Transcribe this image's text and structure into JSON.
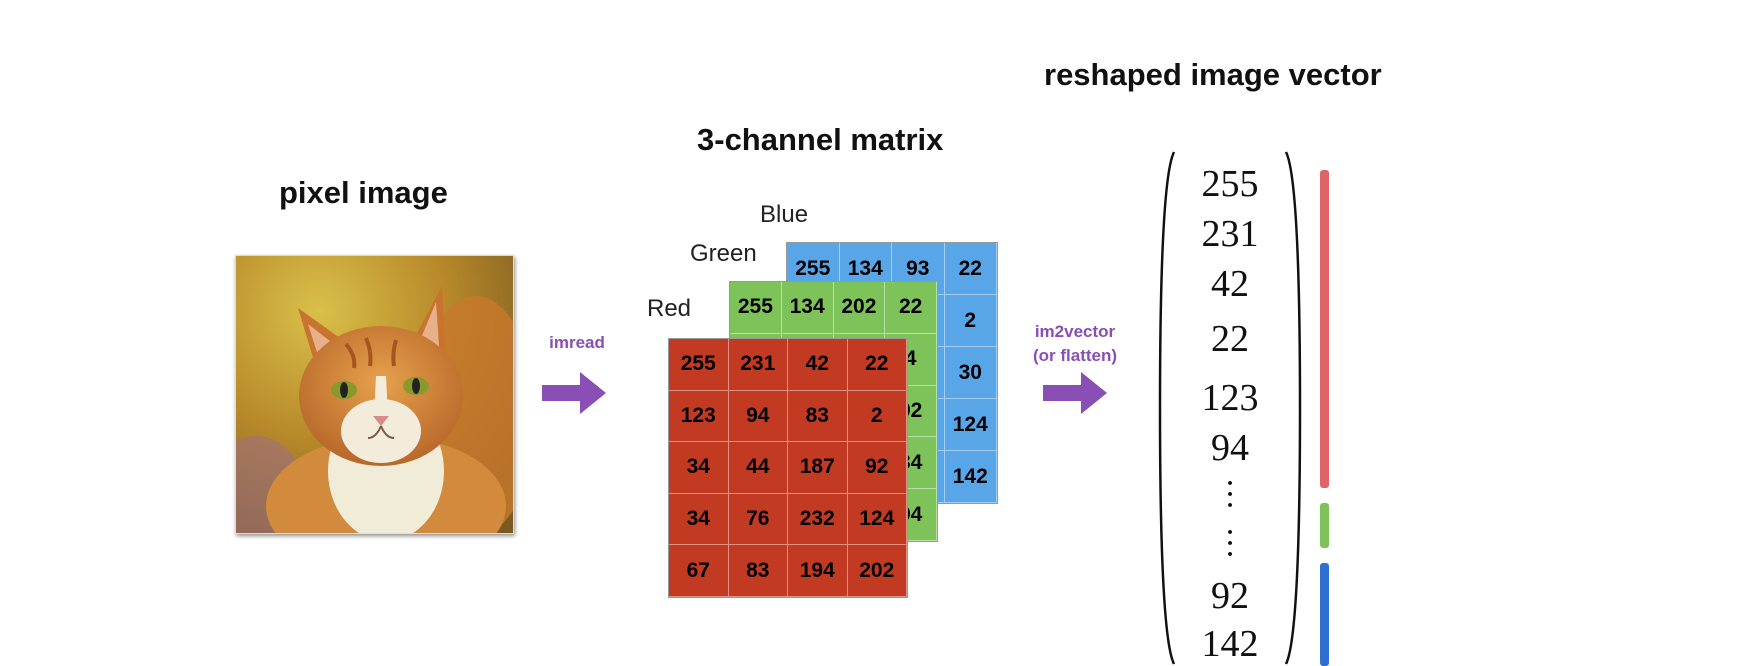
{
  "titles": {
    "pixel_image": "pixel image",
    "matrix": "3-channel matrix",
    "vector": "reshaped image vector"
  },
  "channels": {
    "blue": {
      "label": "Blue",
      "color": "#58a6e8",
      "cells": [
        [
          "255",
          "134",
          "93",
          "22"
        ],
        [
          "",
          "",
          "",
          "2"
        ],
        [
          "",
          "",
          "",
          "30"
        ],
        [
          "",
          "",
          "",
          "124"
        ],
        [
          "",
          "",
          "",
          "142"
        ]
      ]
    },
    "green": {
      "label": "Green",
      "color": "#7dc35a",
      "cells": [
        [
          "255",
          "134",
          "202",
          "22"
        ],
        [
          "",
          "",
          "",
          "4"
        ],
        [
          "",
          "",
          "",
          "92"
        ],
        [
          "",
          "",
          "",
          "34"
        ],
        [
          "",
          "",
          "",
          "94"
        ]
      ]
    },
    "red": {
      "label": "Red",
      "color": "#c23a22",
      "cells": [
        [
          "255",
          "231",
          "42",
          "22"
        ],
        [
          "123",
          "94",
          "83",
          "2"
        ],
        [
          "34",
          "44",
          "187",
          "92"
        ],
        [
          "34",
          "76",
          "232",
          "124"
        ],
        [
          "67",
          "83",
          "194",
          "202"
        ]
      ]
    }
  },
  "arrows": {
    "imread": "imread",
    "im2vector_line1": "im2vector",
    "im2vector_line2": "(or flatten)",
    "color": "#8a4fb4"
  },
  "vector": {
    "top_values": [
      "255",
      "231",
      "42",
      "22",
      "123",
      "94"
    ],
    "bottom_values": [
      "92",
      "142"
    ]
  },
  "bars": {
    "red": "#e06466",
    "green": "#7dc35a",
    "blue": "#2f6fd0"
  }
}
